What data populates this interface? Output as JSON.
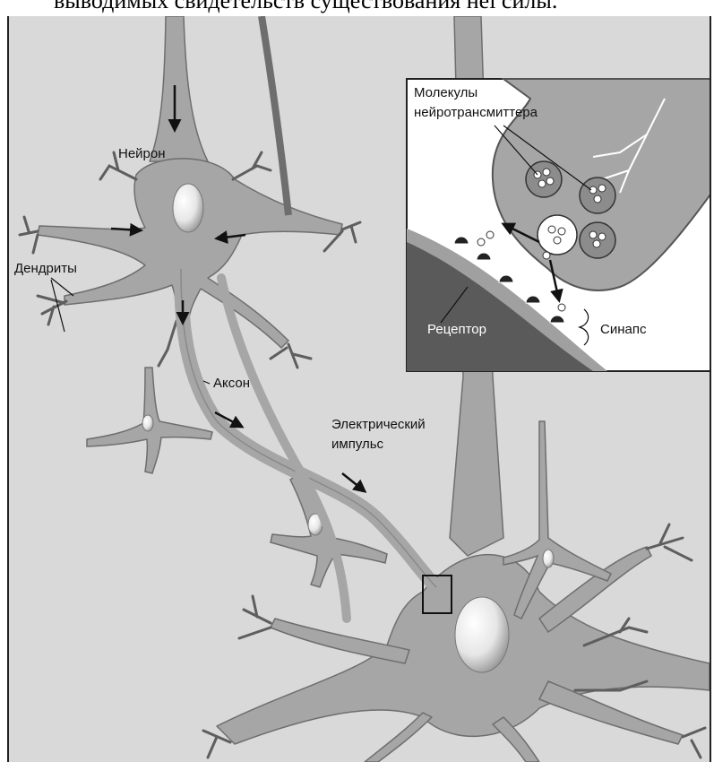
{
  "top_caption": "выводимых свидетельств существования неї силы.",
  "labels": {
    "neuron": "Нейрон",
    "dendrites": "Дендриты",
    "axon": "Аксон",
    "impulse_line1": "Электрический",
    "impulse_line2": "импульс",
    "molecules_line1": "Молекулы",
    "molecules_line2": "нейротрансмиттера",
    "receptor": "Рецептор",
    "synapse": "Синапс"
  },
  "colors": {
    "background": "#d9d9d9",
    "neuron_fill": "#a6a6a6",
    "neuron_stroke": "#6e6e6e",
    "inset_bg": "#ffffff",
    "postsynaptic_dark": "#5a5a5a"
  }
}
